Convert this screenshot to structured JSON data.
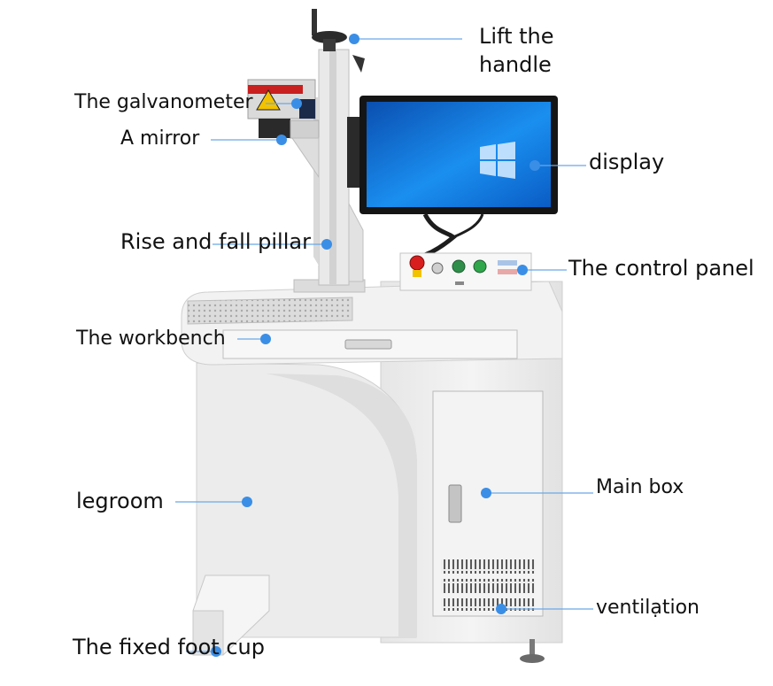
{
  "labels": {
    "lift_handle_line1": "Lift the",
    "lift_handle_line2": "handle",
    "galvanometer": "The galvanometer",
    "mirror": "A mirror",
    "display": "display",
    "pillar": "Rise and fall pillar",
    "control_panel": "The control panel",
    "workbench": "The workbench",
    "legroom": "legroom",
    "main_box": "Main box",
    "ventilation": "ventilạtion",
    "foot_cup": "The fixed foot cup"
  },
  "colors": {
    "marker": "#3a8ee6",
    "leader_line": "#6aa8e8",
    "machine_body": "#eeeeee",
    "machine_shadow": "#d6d6d6",
    "screen_blue": "#0f6fd8",
    "warning_yellow": "#f2c200",
    "estop_red": "#d81e1e",
    "button_green": "#2fa64a"
  },
  "icons": [
    "windows-logo-icon",
    "laser-warning-icon",
    "emergency-stop-icon"
  ]
}
